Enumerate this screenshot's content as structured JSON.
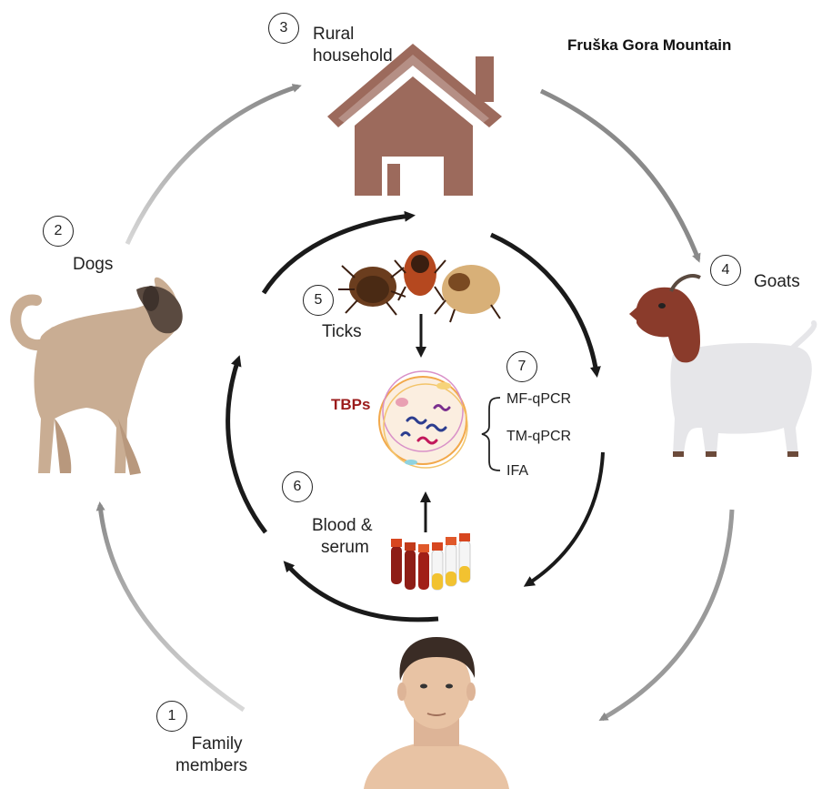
{
  "title": "Fruška Gora Mountain",
  "nodes": [
    {
      "num": "1",
      "label_lines": [
        "Family",
        "members"
      ]
    },
    {
      "num": "2",
      "label_lines": [
        "Dogs"
      ]
    },
    {
      "num": "3",
      "label_lines": [
        "Rural",
        "household"
      ]
    },
    {
      "num": "4",
      "label_lines": [
        "Goats"
      ]
    },
    {
      "num": "5",
      "label_lines": [
        "Ticks"
      ]
    },
    {
      "num": "6",
      "label_lines": [
        "Blood &",
        "serum"
      ]
    },
    {
      "num": "7",
      "label_lines": []
    }
  ],
  "pathogens_label": "TBPs",
  "methods": [
    "MF-qPCR",
    "TM-qPCR",
    "IFA"
  ],
  "colors": {
    "house": "#9c6a5c",
    "outer_arrow": "#8a8a8a",
    "inner_arrow": "#1a1a1a",
    "tbp_text": "#9b1c1c",
    "dog_body": "#c9ad93",
    "goat_body": "#e6e6e9",
    "goat_head": "#8a3b2b",
    "skin": "#e8c3a4",
    "hair": "#3a2c25"
  }
}
